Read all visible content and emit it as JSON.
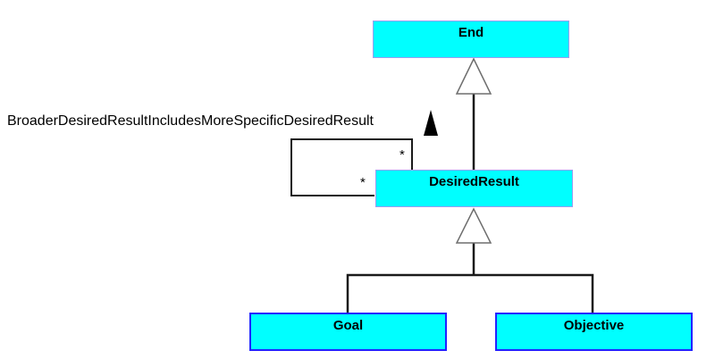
{
  "diagram_type": "uml-class-diagram",
  "classes": [
    {
      "id": "end",
      "name": "End"
    },
    {
      "id": "desired-result",
      "name": "DesiredResult"
    },
    {
      "id": "goal",
      "name": "Goal"
    },
    {
      "id": "objective",
      "name": "Objective"
    }
  ],
  "association": {
    "name": "BroaderDesiredResultIncludesMoreSpecificDesiredResult",
    "from": "DesiredResult",
    "to": "DesiredResult",
    "multiplicities": [
      "*",
      "*"
    ],
    "reading_direction_icon": "filled-up-triangle"
  },
  "relationships": [
    {
      "type": "generalization",
      "from": "DesiredResult",
      "to": "End"
    },
    {
      "type": "generalization",
      "from": "Goal",
      "to": "DesiredResult"
    },
    {
      "type": "generalization",
      "from": "Objective",
      "to": "DesiredResult"
    }
  ],
  "colors": {
    "class_fill": "#00ffff",
    "class_border_light": "#9c9cf0",
    "class_border_strong": "#2222ff",
    "line": "#1a1a1a",
    "generalization_triangle_stroke": "#6e6e6e",
    "background": "#ffffff",
    "text": "#000000"
  }
}
